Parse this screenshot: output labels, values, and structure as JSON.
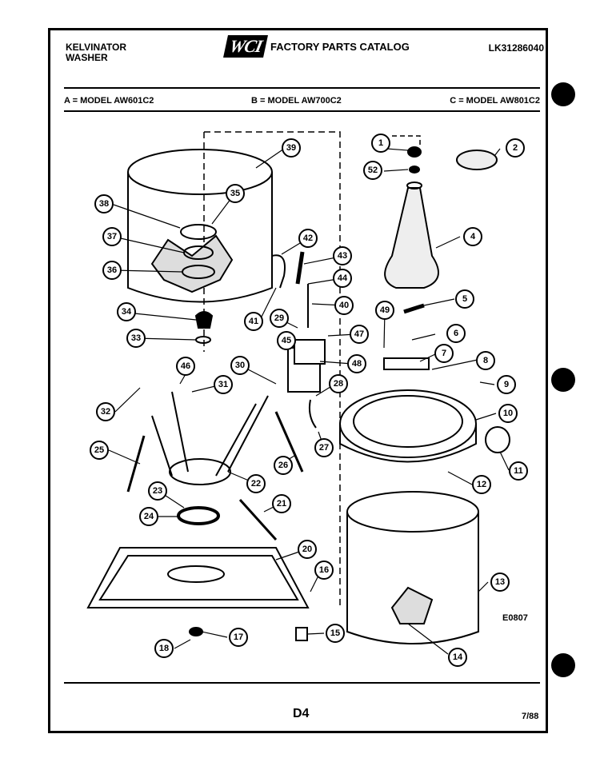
{
  "header": {
    "brand_line1": "KELVINATOR",
    "brand_line2": "WASHER",
    "logo_text": "WCI",
    "catalog_title": "FACTORY PARTS CATALOG",
    "catalog_number": "LK31286040"
  },
  "models": {
    "a": "A = MODEL AW601C2",
    "b": "B = MODEL AW700C2",
    "c": "C = MODEL AW801C2"
  },
  "diagram": {
    "id": "E0807",
    "callouts": [
      "1",
      "2",
      "4",
      "5",
      "6",
      "7",
      "8",
      "9",
      "10",
      "11",
      "12",
      "13",
      "14",
      "15",
      "16",
      "17",
      "18",
      "20",
      "21",
      "22",
      "23",
      "24",
      "25",
      "26",
      "27",
      "28",
      "29",
      "30",
      "31",
      "32",
      "33",
      "34",
      "35",
      "36",
      "37",
      "38",
      "39",
      "40",
      "41",
      "42",
      "43",
      "44",
      "45",
      "46",
      "47",
      "48",
      "49",
      "52"
    ]
  },
  "footer": {
    "page": "D4",
    "date": "7/88"
  }
}
